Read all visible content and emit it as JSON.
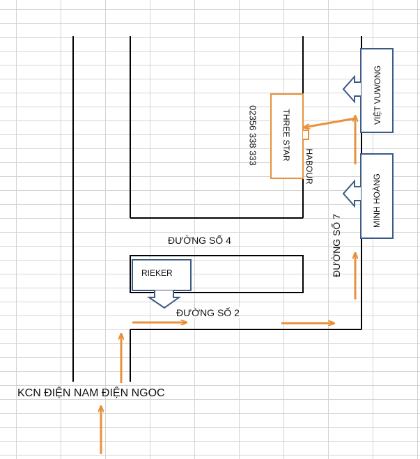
{
  "colors": {
    "road": "#000000",
    "building": "#3b5a85",
    "highlight": "#e8913c",
    "arrow": "#e8913c",
    "grid": "#d4d4d4"
  },
  "labels": {
    "zone": "KCN ĐIỆN NAM ĐIỆN NGOC",
    "road_4": "ĐƯỜNG SỐ 4",
    "road_2": "ĐƯỜNG SỐ 2",
    "road_7": "ĐƯỜNG SỐ 7",
    "phone": "02356 338 333",
    "habour": "HABOUR"
  },
  "buildings": {
    "viet_vuwong": "VIỆT VUWONG",
    "three_star": "THREE STAR",
    "minh_hoang": "MINH HOÀNG",
    "rieker": "RIEKER"
  },
  "icons": {
    "arrow": "arrow-icon",
    "pointer": "block-arrow-icon"
  }
}
